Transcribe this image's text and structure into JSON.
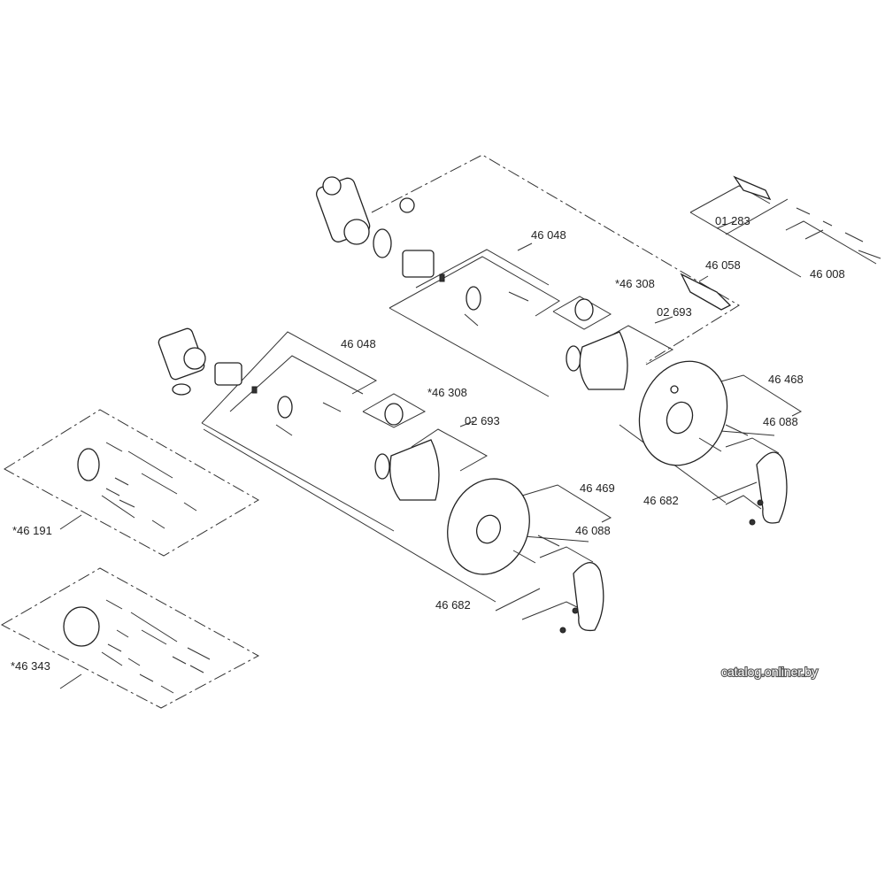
{
  "parts": {
    "cartridge_top": "46 048",
    "cartridge_lower": "46 048",
    "extension_top": "*46 308",
    "extension_lower": "*46 308",
    "sleeve_top": "02 693",
    "sleeve_lower": "02 693",
    "diverter": "01 283",
    "spindle": "46 058",
    "spindle_ext": "46 008",
    "rosette_top": "46 468",
    "screws_top": "46 088",
    "handle_top": "46 682",
    "rosette_lower": "46 469",
    "screws_lower": "46 088",
    "handle_lower": "46 682",
    "kit_a": "*46 191",
    "kit_b": "*46 343"
  },
  "watermark": "catalog.onliner.by"
}
